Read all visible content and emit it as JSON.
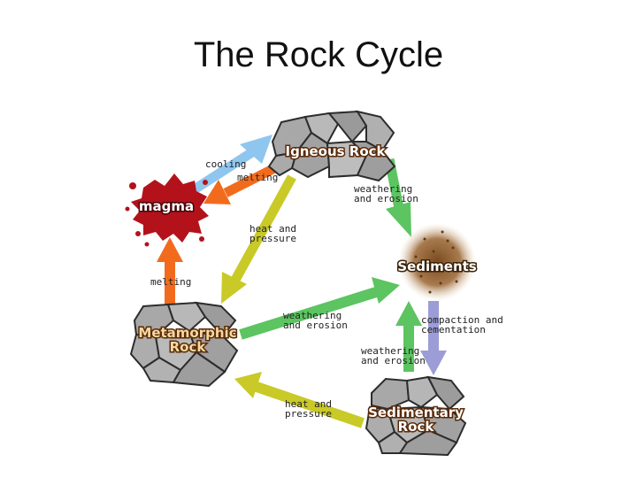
{
  "title": "The Rock Cycle",
  "nodes": {
    "igneous": "Igneous Rock",
    "magma": "magma",
    "sediments": "Sediments",
    "metamorphic_line1": "Metamorphic",
    "metamorphic_line2": "Rock",
    "sedimentary_line1": "Sedimentary",
    "sedimentary_line2": "Rock"
  },
  "processes": {
    "cooling": "cooling",
    "melting_top": "melting",
    "weathering1_line1": "weathering",
    "weathering1_line2": "and erosion",
    "heat1_line1": "heat and",
    "heat1_line2": "pressure",
    "melting_left": "melting",
    "weathering2_line1": "weathering",
    "weathering2_line2": "and erosion",
    "compaction_line1": "compaction and",
    "compaction_line2": "cementation",
    "weathering3_line1": "weathering",
    "weathering3_line2": "and erosion",
    "heat2_line1": "heat and",
    "heat2_line2": "pressure"
  },
  "colors": {
    "cooling_arrow": "#8ec6f0",
    "melting_arrow": "#f26b1d",
    "weathering_arrow": "#5cc461",
    "heat_pressure_arrow": "#c9c928",
    "compaction_arrow": "#9c9cd6",
    "magma": "#b3121b",
    "sediments": "#8a5a2b",
    "rock_fill": "#a8a8a8"
  }
}
